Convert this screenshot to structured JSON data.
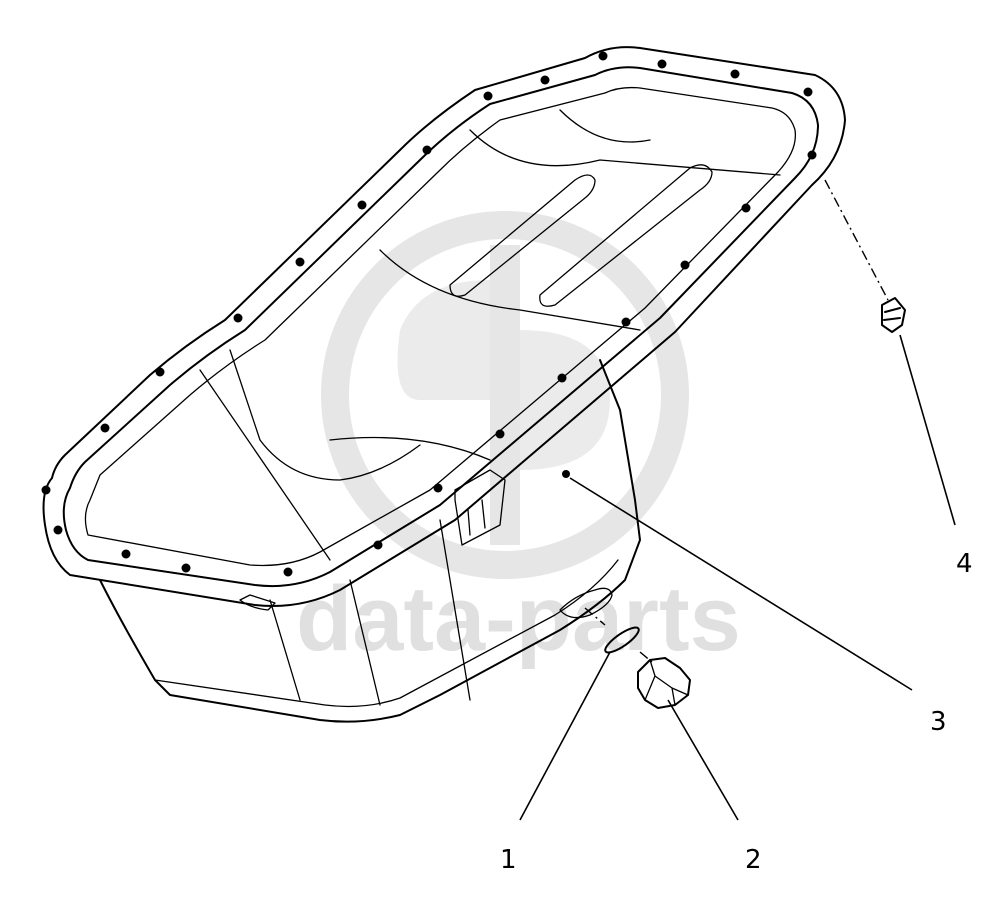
{
  "callouts": [
    {
      "id": "1",
      "label": "1"
    },
    {
      "id": "2",
      "label": "2"
    },
    {
      "id": "3",
      "label": "3"
    },
    {
      "id": "4",
      "label": "4"
    }
  ],
  "watermark": {
    "text": "data-parts",
    "color": "#c8c8c8"
  },
  "colors": {
    "line": "#000000",
    "background": "#ffffff"
  }
}
